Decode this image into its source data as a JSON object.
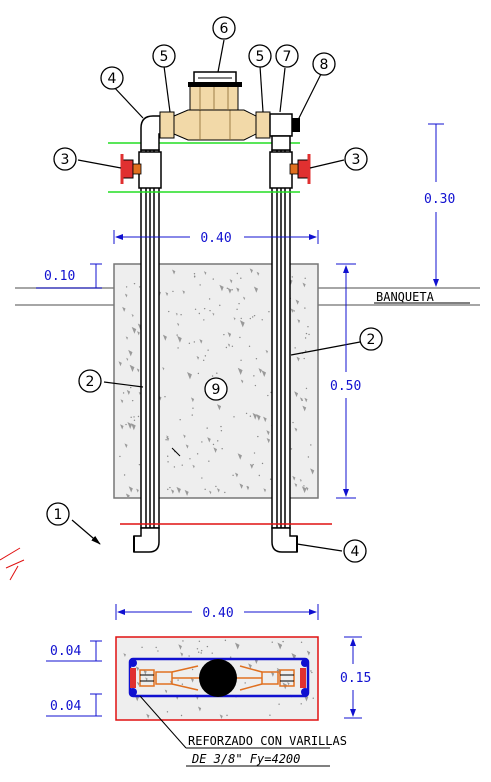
{
  "callouts": [
    {
      "n": "1"
    },
    {
      "n": "2"
    },
    {
      "n": "3"
    },
    {
      "n": "4"
    },
    {
      "n": "5"
    },
    {
      "n": "6"
    },
    {
      "n": "7"
    },
    {
      "n": "8"
    },
    {
      "n": "9"
    }
  ],
  "dimensions": {
    "top_width": "0.40",
    "slab_thickness": "0.10",
    "riser_height": "0.30",
    "box_depth": "0.50",
    "plan_width": "0.40",
    "plan_top_cover": "0.04",
    "plan_bottom_cover": "0.04",
    "plan_depth": "0.15"
  },
  "labels": {
    "sidewalk": "BANQUETA",
    "rebar_line1": "REFORZADO CON VARILLAS",
    "rebar_line2": "DE 3/8\" Fy=4200"
  },
  "colors": {
    "dimension": "#1010d0",
    "level_line": "#22dd22",
    "cut_line": "#e01010",
    "fitting": "#e07020",
    "valve": "#e03030"
  }
}
